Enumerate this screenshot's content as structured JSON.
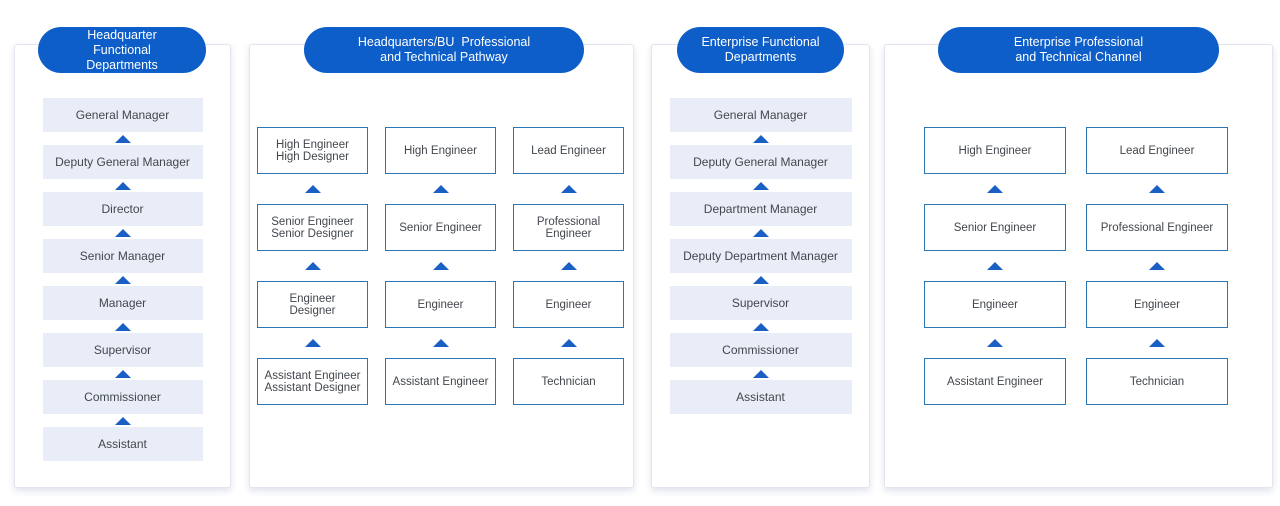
{
  "colors": {
    "pill_background": "#0d5ec8",
    "pill_text": "#ffffff",
    "soft_box_background": "#e9edf8",
    "outline_box_border": "#2e75b6",
    "arrow_blue": "#1a5fc4",
    "box_text": "#42474d",
    "panel_background": "#ffffff",
    "panel_border": "#e2e5ee"
  },
  "columns": [
    {
      "title": "Headquarter\nFunctional\nDepartments",
      "levels": [
        "General Manager",
        "Deputy General Manager",
        "Director",
        "Senior Manager",
        "Manager",
        "Supervisor",
        "Commissioner",
        "Assistant"
      ]
    },
    {
      "title": "Headquarters/BU  Professional\nand Technical Pathway",
      "lanes": [
        {
          "levels": [
            "High Engineer\nHigh Designer",
            "Senior Engineer\nSenior Designer",
            "Engineer\nDesigner",
            "Assistant Engineer\nAssistant Designer"
          ]
        },
        {
          "levels": [
            "High Engineer",
            "Senior Engineer",
            "Engineer",
            "Assistant Engineer"
          ]
        },
        {
          "levels": [
            "Lead Engineer",
            "Professional\nEngineer",
            "Engineer",
            "Technician"
          ]
        }
      ]
    },
    {
      "title": "Enterprise Functional\nDepartments",
      "levels": [
        "General Manager",
        "Deputy General Manager",
        "Department Manager",
        "Deputy Department Manager",
        "Supervisor",
        "Commissioner",
        "Assistant"
      ]
    },
    {
      "title": "Enterprise Professional\nand Technical Channel",
      "lanes": [
        {
          "levels": [
            "High Engineer",
            "Senior Engineer",
            "Engineer",
            "Assistant Engineer"
          ]
        },
        {
          "levels": [
            "Lead Engineer",
            "Professional Engineer",
            "Engineer",
            "Technician"
          ]
        }
      ]
    }
  ]
}
